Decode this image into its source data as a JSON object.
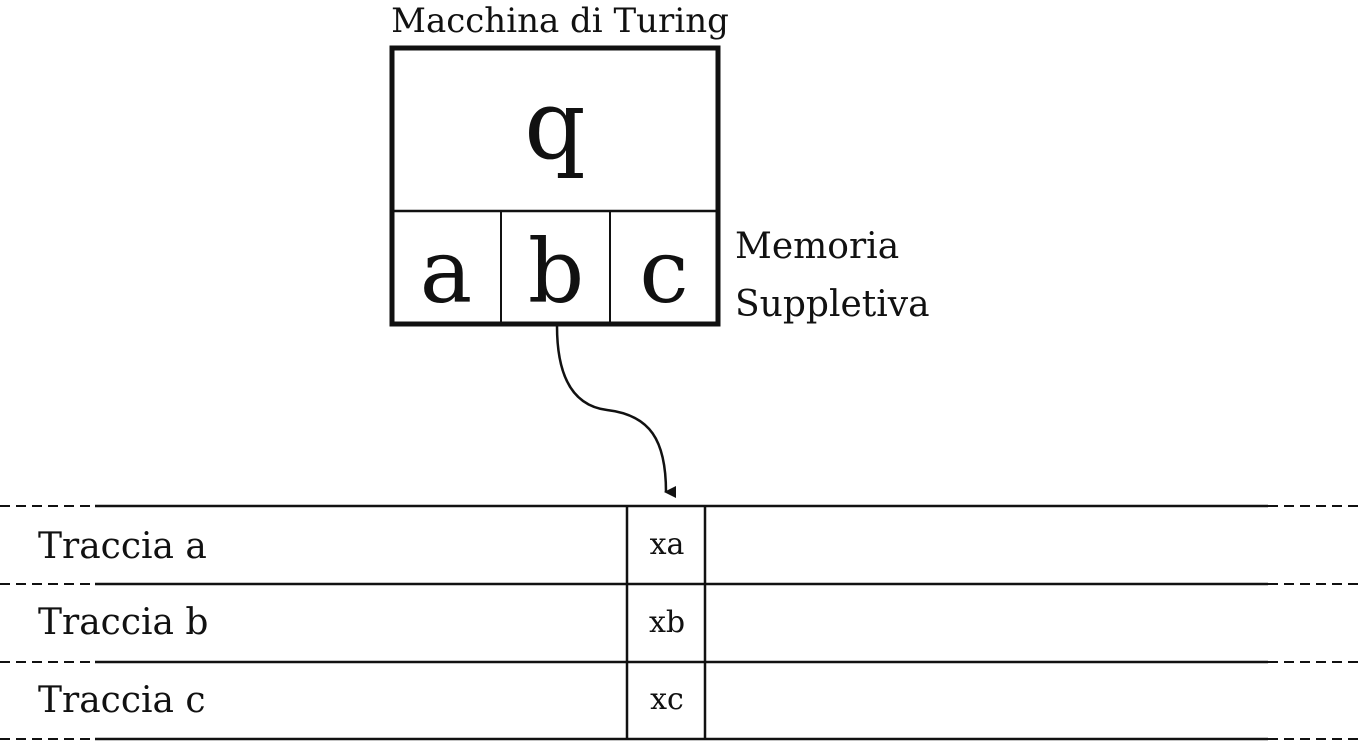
{
  "title": "Macchina di Turing",
  "state_symbol": "q",
  "memory_cells": [
    "a",
    "b",
    "c"
  ],
  "memory_label": [
    "Memoria",
    "Suppletiva"
  ],
  "tracks": [
    {
      "label": "Traccia a",
      "symbol": "xa"
    },
    {
      "label": "Traccia b",
      "symbol": "xb"
    },
    {
      "label": "Traccia c",
      "symbol": "xc"
    }
  ]
}
